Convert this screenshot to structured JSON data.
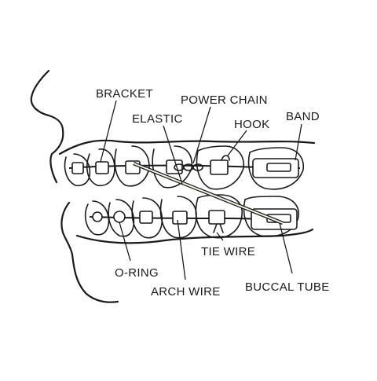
{
  "labels": {
    "bracket": "BRACKET",
    "power_chain": "POWER CHAIN",
    "elastic": "ELASTIC",
    "hook": "HOOK",
    "band": "BAND",
    "o_ring": "O-RING",
    "tie_wire": "TIE WIRE",
    "arch_wire": "ARCH WIRE",
    "buccal_tube": "BUCCAL TUBE"
  }
}
